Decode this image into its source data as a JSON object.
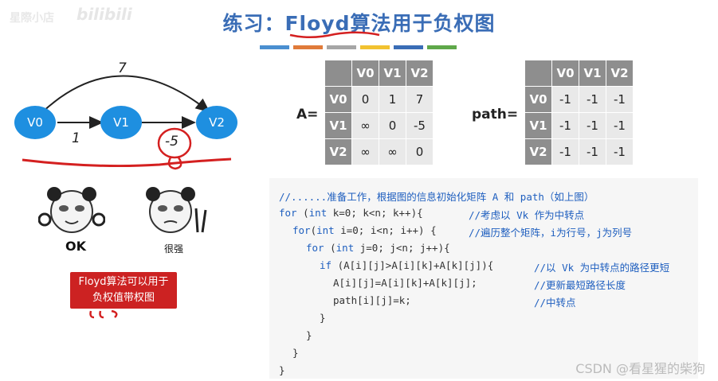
{
  "watermark": {
    "left_text": "星際小店",
    "bili": "bilibili",
    "csdn": "CSDN @看星猩的柴狗"
  },
  "title": "练习：Floyd算法用于负权图",
  "stripe_colors": [
    "#4a8fd0",
    "#e07b3a",
    "#a6a6a6",
    "#f2c230",
    "#3a6db6",
    "#5fa84a"
  ],
  "graph": {
    "nodes": [
      "V0",
      "V1",
      "V2"
    ],
    "edges": [
      {
        "from": "V0",
        "to": "V1",
        "weight": "1"
      },
      {
        "from": "V1",
        "to": "V2",
        "weight": "-5"
      },
      {
        "from": "V0",
        "to": "V2",
        "weight": "7"
      }
    ]
  },
  "matrix_A": {
    "label": "A=",
    "headers": [
      "V0",
      "V1",
      "V2"
    ],
    "rows": [
      {
        "head": "V0",
        "cells": [
          "0",
          "1",
          "7"
        ]
      },
      {
        "head": "V1",
        "cells": [
          "∞",
          "0",
          "-5"
        ]
      },
      {
        "head": "V2",
        "cells": [
          "∞",
          "∞",
          "0"
        ]
      }
    ]
  },
  "matrix_path": {
    "label": "path=",
    "headers": [
      "V0",
      "V1",
      "V2"
    ],
    "rows": [
      {
        "head": "V0",
        "cells": [
          "-1",
          "-1",
          "-1"
        ]
      },
      {
        "head": "V1",
        "cells": [
          "-1",
          "-1",
          "-1"
        ]
      },
      {
        "head": "V2",
        "cells": [
          "-1",
          "-1",
          "-1"
        ]
      }
    ]
  },
  "memes": {
    "left_caption": "OK",
    "right_caption": "很强"
  },
  "callout": {
    "line1": "Floyd算法可以用于",
    "line2": "负权值带权图"
  },
  "code": {
    "l1": "//......准备工作，根据图的信息初始化矩阵 A 和 path（如上图）",
    "l2a": "for",
    "l2b": " (",
    "l2c": "int",
    "l2d": " k=0; k<n; k++){",
    "l2e": "//考虑以 Vk 作为中转点",
    "l3a": "for",
    "l3b": "(",
    "l3c": "int",
    "l3d": " i=0; i<n; i++) {",
    "l3e": "//遍历整个矩阵，i为行号，j为列号",
    "l4a": "for",
    "l4b": " (",
    "l4c": "int",
    "l4d": " j=0; j<n; j++){",
    "l5a": "if",
    "l5b": " (A[i][j]>A[i][k]+A[k][j]){",
    "l5e": "//以 Vk 为中转点的路径更短",
    "l6": "A[i][j]=A[i][k]+A[k][j];",
    "l6e": "//更新最短路径长度",
    "l7": "path[i][j]=k;",
    "l7e": "//中转点",
    "close": "}"
  },
  "colors": {
    "node": "#1e8fe0",
    "title": "#3a6db6",
    "annotation": "#d42020",
    "callout": "#cc2222"
  }
}
